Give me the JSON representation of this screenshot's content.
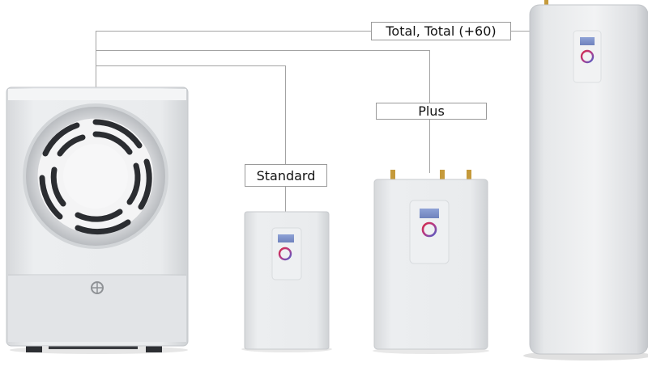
{
  "labels": {
    "total": "Total, Total (+60)",
    "plus": "Plus",
    "standard": "Standard"
  },
  "colors": {
    "connector_line": "#9e9e9e",
    "unit_body": "#e4e5e7",
    "display_screen": "#7f93c9",
    "dial_ring_red": "#d0284a",
    "dial_ring_blue": "#5a5fc6"
  },
  "icons": {
    "brand_logo": "heat-pump-logo-icon",
    "fan": "fan-grille-icon",
    "control_dial": "control-dial-icon"
  }
}
